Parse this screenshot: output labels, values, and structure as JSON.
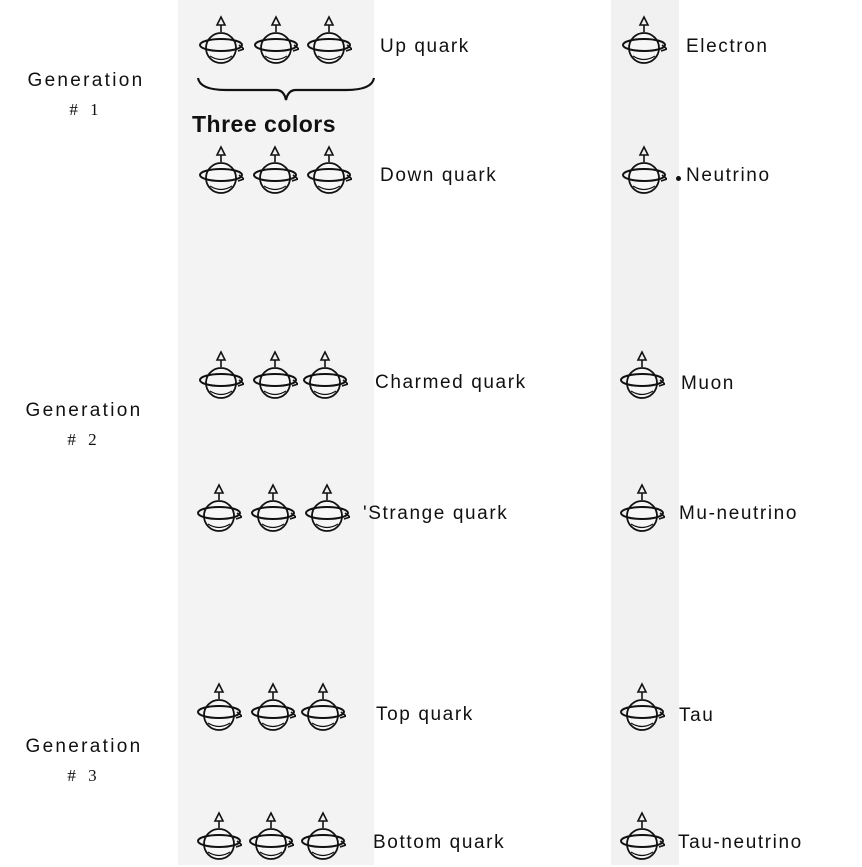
{
  "generations": [
    {
      "title": "Generation",
      "number": "# 1"
    },
    {
      "title": "Generation",
      "number": "# 2"
    },
    {
      "title": "Generation",
      "number": "# 3"
    }
  ],
  "colors_label": "Three colors",
  "quarks": {
    "up": "Up quark",
    "down": "Down quark",
    "charmed": "Charmed quark",
    "strange": "'Strange quark",
    "top": "Top quark",
    "bottom": "Bottom quark"
  },
  "leptons": {
    "electron": "Electron",
    "neutrino": "Neutrino",
    "muon": "Muon",
    "mu_neutrino": "Mu-neutrino",
    "tau": "Tau",
    "tau_neutrino": "Tau-neutrino"
  },
  "icon": "spinning-particle-icon"
}
